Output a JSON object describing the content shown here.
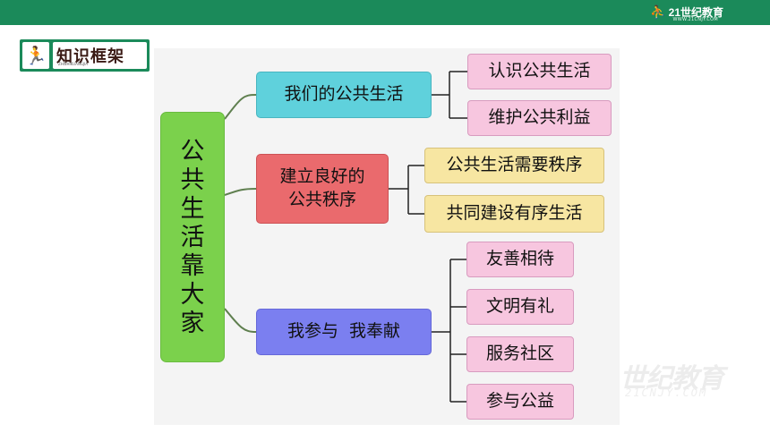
{
  "header": {
    "brand_mark": "⛹",
    "brand_name": "21世纪教育",
    "brand_sub": "WWW.21CNJY.COM",
    "color": "#1b8a5a"
  },
  "logo": {
    "icon": "runner-icon",
    "title": "知识框架",
    "subtitle": "ZHISHIKUANGJIA"
  },
  "diagram": {
    "root": [
      "公",
      "共",
      "生",
      "活",
      "靠",
      "大",
      "家"
    ],
    "branches": [
      {
        "label": "我们的公共生活",
        "color": "#5fd1dc",
        "children": [
          "认识公共生活",
          "维护公共利益"
        ]
      },
      {
        "label_lines": [
          "建立良好的",
          "公共秩序"
        ],
        "color": "#ea6a6d",
        "children": [
          "公共生活需要秩序",
          "共同建设有序生活"
        ]
      },
      {
        "label": "我参与  我奉献",
        "color": "#7b7ff0",
        "children": [
          "友善相待",
          "文明有礼",
          "服务社区",
          "参与公益"
        ]
      }
    ],
    "leaf_colors": {
      "pink": "#f7c6df",
      "yellow": "#f7e6a2"
    },
    "root_color": "#7bd14c"
  },
  "watermark": {
    "text": "世纪教育",
    "sub": "21CNJY.COM"
  }
}
